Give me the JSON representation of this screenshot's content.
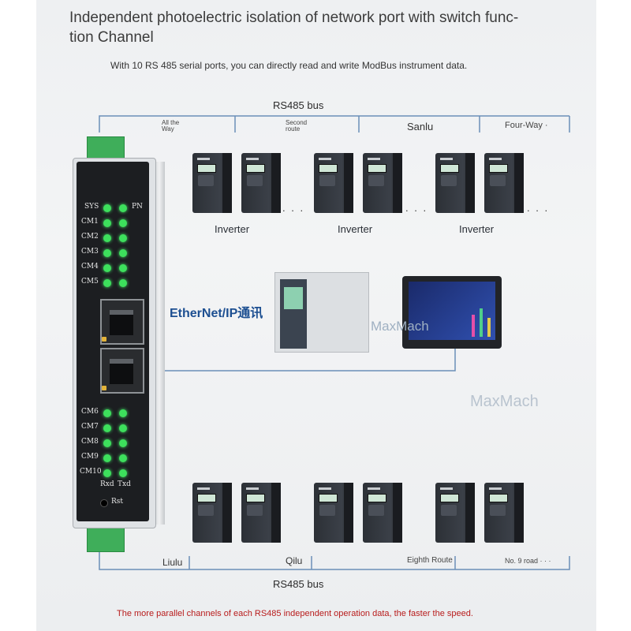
{
  "title": "Independent photoelectric isolation of network port with switch func- tion Channel",
  "subtitle": "With 10 RS 485 serial ports, you can directly read and write ModBus instrument data.",
  "top_bus": {
    "label": "RS485 bus",
    "routes": [
      "All the Way",
      "Second route",
      "Sanlu",
      "Four-Way ·"
    ],
    "inverter_label": "Inverter"
  },
  "bottom_bus": {
    "label": "RS485 bus",
    "routes": [
      "Liulu",
      "Qilu",
      "Eighth Route",
      "No. 9 road · · ·"
    ]
  },
  "ellipsis": ". . .",
  "network_label": "EtherNet/IP通讯",
  "watermark": "MaxMach",
  "gateway": {
    "indicators_top": [
      "SYS",
      "PN",
      "CM1",
      "CM2",
      "CM3",
      "CM4",
      "CM5"
    ],
    "indicators_bottom": [
      "CM6",
      "CM7",
      "CM8",
      "CM9",
      "CM10"
    ],
    "rxd": "Rxd",
    "txd": "Txd",
    "reset": "Rst",
    "led_color": "#3de05c"
  },
  "colors": {
    "footer_text": "#b81c1c",
    "network_label": "#1d4f91",
    "bus_line": "#6b8fb8"
  },
  "footer": "The more parallel channels of each RS485 independent operation data, the faster the speed."
}
